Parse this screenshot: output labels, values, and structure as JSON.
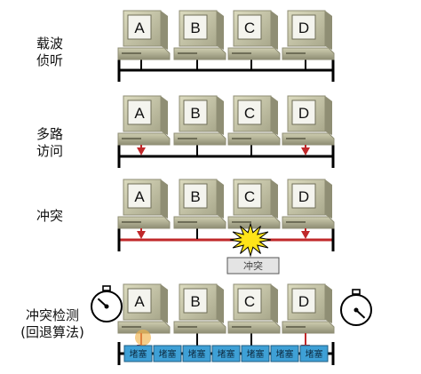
{
  "rows": [
    {
      "label_lines": [
        "载波",
        "侦听"
      ],
      "stations": [
        "A",
        "B",
        "C",
        "D"
      ],
      "arrows_from": [],
      "bus_color": "#000000"
    },
    {
      "label_lines": [
        "多路",
        "访问"
      ],
      "stations": [
        "A",
        "B",
        "C",
        "D"
      ],
      "arrows_from": [
        "A",
        "D"
      ],
      "bus_color": "#000000"
    },
    {
      "label_lines": [
        "冲突"
      ],
      "stations": [
        "A",
        "B",
        "C",
        "D"
      ],
      "arrows_from": [
        "A",
        "D"
      ],
      "bus_color": "#c0282a",
      "collision_label": "冲突"
    },
    {
      "label_lines": [
        "冲突检测",
        "(回退算法)"
      ],
      "stations": [
        "A",
        "B",
        "C",
        "D"
      ],
      "arrows_from": [
        "A",
        "D"
      ],
      "bus_color": "#000000",
      "jam_label": "堵塞",
      "jam_count": 7
    }
  ],
  "colors": {
    "monitor_body": "#c8c7a9",
    "monitor_dark": "#8f8e74",
    "screen": "#f4f4ee",
    "arrow": "#c0282a",
    "jam_fill": "#3ea0d6",
    "collision_star": "#ffe419",
    "box_fill": "#e4e4e4"
  },
  "icons": [
    "computer-icon",
    "collision-star-icon",
    "stopwatch-icon"
  ]
}
